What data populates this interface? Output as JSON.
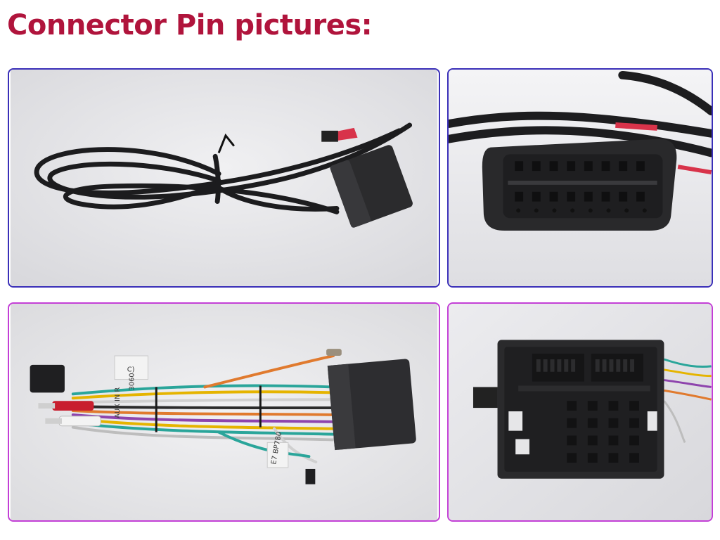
{
  "header": {
    "title": "Connector Pin pictures:"
  },
  "colors": {
    "title": "#b0143c",
    "frame_blue": "#3a2fb8",
    "frame_magenta": "#c33fd6",
    "background": "#e3e3e6",
    "plastic": "#2b2b2d"
  },
  "panels": [
    {
      "name": "coiled-harness-cable"
    },
    {
      "name": "obd-style-connector-closeup"
    },
    {
      "name": "wiring-harness-rca"
    },
    {
      "name": "quadlock-connector-face"
    }
  ],
  "labels": {
    "aux": "AUX IN R",
    "code1": "3060",
    "code2": "E7 BP780",
    "code3": "C)"
  }
}
